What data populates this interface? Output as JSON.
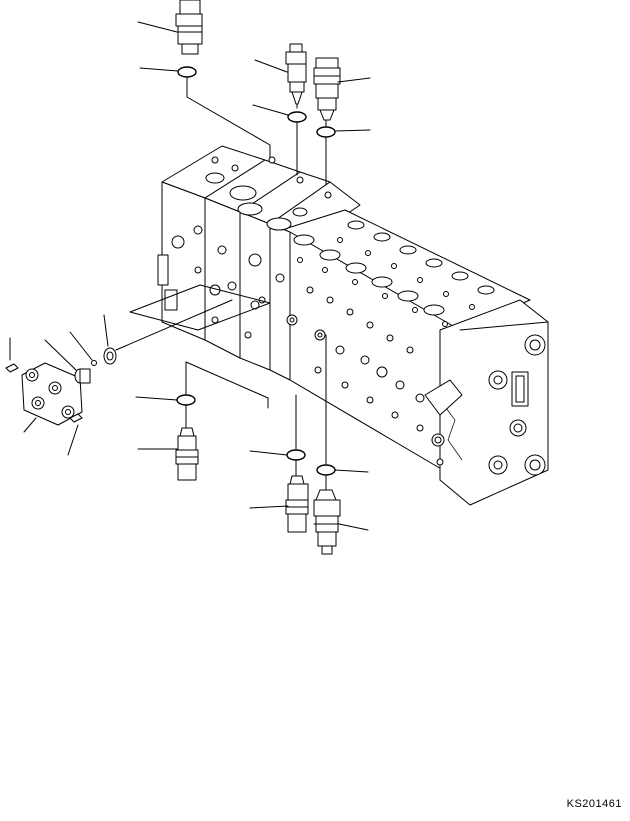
{
  "figure": {
    "id_label": "KS201461",
    "type": "exploded parts diagram",
    "parts": [
      "relief-valve-top-left",
      "o-ring-top-left",
      "relief-valve-top-center",
      "o-ring-top-center",
      "relief-valve-top-right",
      "o-ring-top-right",
      "control-valve-body",
      "end-cover",
      "end-cover-bolt-top",
      "end-cover-bolt-bottom",
      "end-cover-plug",
      "end-cover-ball",
      "end-cover-spring",
      "o-ring-bottom-left",
      "relief-valve-bottom-left",
      "o-ring-bottom-center",
      "relief-valve-bottom-center",
      "o-ring-bottom-right",
      "relief-valve-bottom-right"
    ]
  }
}
